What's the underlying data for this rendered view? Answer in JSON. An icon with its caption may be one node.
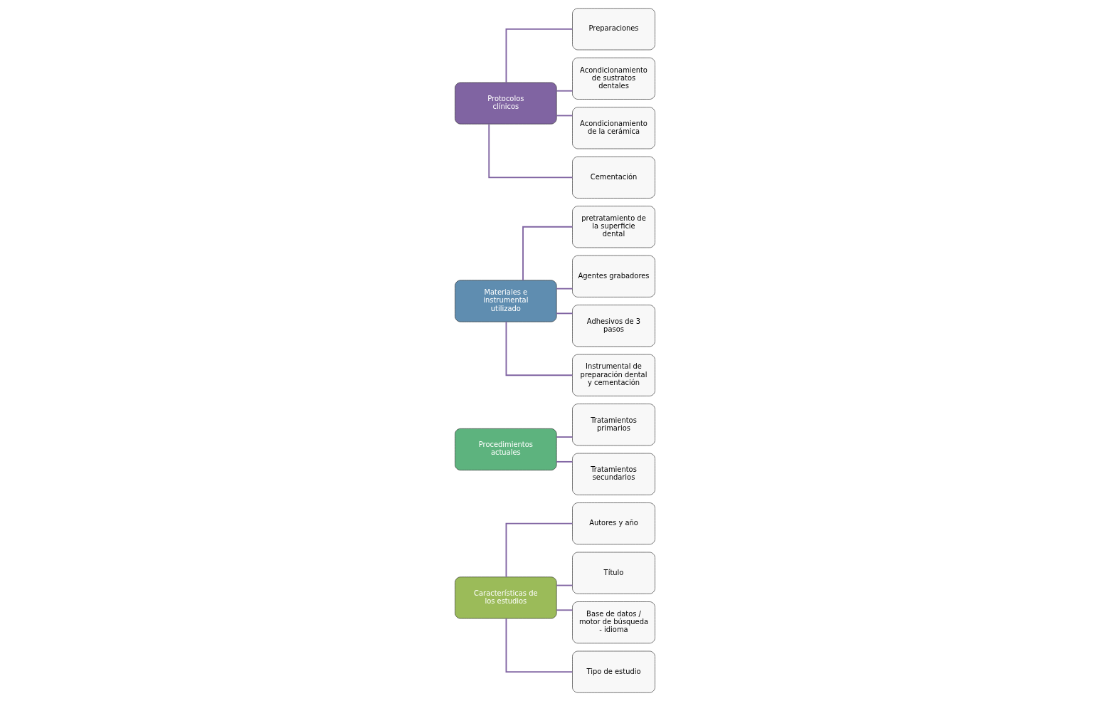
{
  "diagram": {
    "nodes": [
      {
        "text": [
          "Características de los estudios"
        ]
      },
      {
        "text": [
          "Autores y año"
        ]
      },
      {
        "text": [
          "Título"
        ]
      },
      {
        "text": [
          "Base de datos / motor de búsqueda - idioma"
        ]
      },
      {
        "text": [
          "Tipo de estudio"
        ]
      },
      {
        "text": [
          "Procedimientos actuales"
        ]
      },
      {
        "text": [
          "Tratamientos primarios"
        ]
      },
      {
        "text": [
          "Tratamientos secundarios"
        ]
      },
      {
        "text": [
          "Materiales e instrumental utilizado"
        ]
      },
      {
        "text": [
          "pretratamiento de la superficie dental"
        ]
      },
      {
        "text": [
          "Agentes grabadores"
        ]
      },
      {
        "text": [
          "Adhesivos de 3 pasos"
        ]
      },
      {
        "text": [
          "Instrumental de preparación dental y cementación"
        ]
      },
      {
        "text": [
          "Protocolos clínicos"
        ]
      },
      {
        "text": [
          "Preparaciones"
        ]
      },
      {
        "text": [
          "Acondicionamiento de sustratos dentales"
        ]
      },
      {
        "text": [
          "Acondicionamiento de la cerámica"
        ]
      },
      {
        "text": [
          "Cementación"
        ]
      }
    ],
    "edges": [
      {
        "from": 0,
        "to": 1,
        "arrow": "none"
      },
      {
        "from": 0,
        "to": 2,
        "arrow": "none"
      },
      {
        "from": 0,
        "to": 3,
        "arrow": "none"
      },
      {
        "from": 0,
        "to": 4,
        "arrow": "none"
      },
      {
        "from": 5,
        "to": 6,
        "arrow": "none"
      },
      {
        "from": 5,
        "to": 7,
        "arrow": "none"
      },
      {
        "from": 8,
        "to": 9,
        "arrow": "none"
      },
      {
        "from": 8,
        "to": 10,
        "arrow": "none"
      },
      {
        "from": 8,
        "to": 11,
        "arrow": "none"
      },
      {
        "from": 8,
        "to": 12,
        "arrow": "none"
      },
      {
        "from": 13,
        "to": 14,
        "arrow": "none"
      },
      {
        "from": 13,
        "to": 15,
        "arrow": "none"
      },
      {
        "from": 13,
        "to": 16,
        "arrow": "none"
      },
      {
        "from": 13,
        "to": 17,
        "arrow": "none"
      }
    ]
  }
}
